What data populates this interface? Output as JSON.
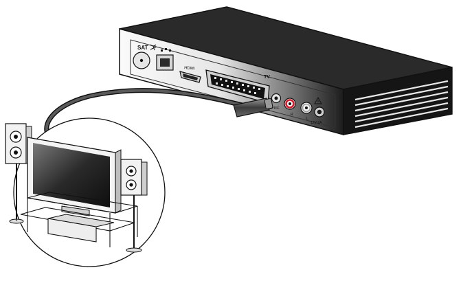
{
  "labels": {
    "sat": "SAT",
    "hdmi": "HDMI",
    "tv": "TV",
    "spdif": "SPDIF",
    "audio_r": "R",
    "audio_l": "L",
    "power": "12V 2A"
  },
  "colors": {
    "box_body": "#1a1a1a",
    "box_front_light": "#f4f4f4",
    "audio_r_ring": "#d7192a",
    "audio_l_ring": "#e8e8e8",
    "cable": "#3a3a3a",
    "outline": "#111111"
  },
  "icons": [
    "satellite-dish-icon",
    "ethernet-icon",
    "hdmi-port-icon",
    "scart-port-icon",
    "warning-icon"
  ]
}
